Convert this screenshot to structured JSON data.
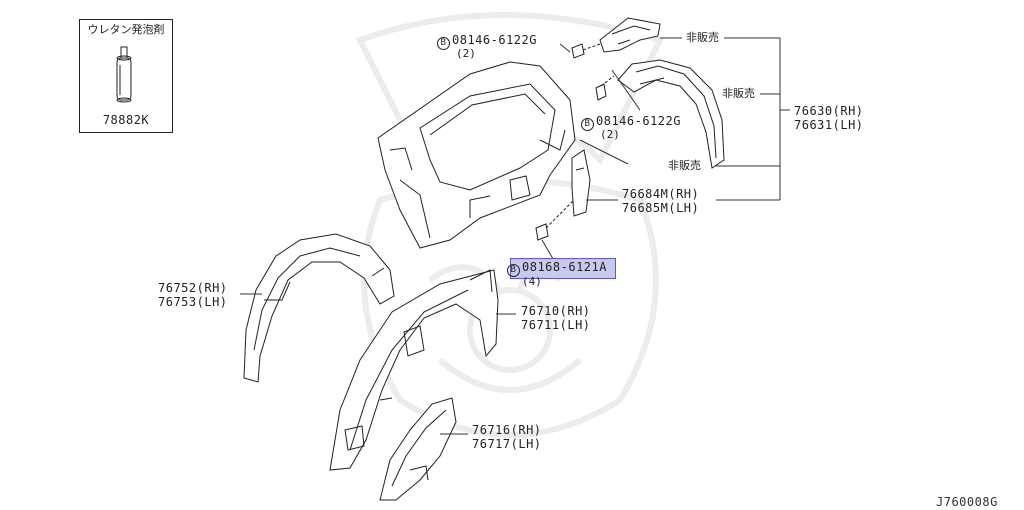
{
  "inset": {
    "title": "ウレタン発泡剤",
    "part": "78882K"
  },
  "bolt_top": {
    "code": "08146-6122G",
    "qty": "(2)"
  },
  "bolt_mid": {
    "code": "08146-6122G",
    "qty": "(2)"
  },
  "bolt_low": {
    "code": "08168-6121A",
    "qty": "(4)"
  },
  "not_sold": [
    "非販売",
    "非販売",
    "非販売"
  ],
  "parts": {
    "p76630": {
      "rh": "76630(RH)",
      "lh": "76631(LH)"
    },
    "p76684": {
      "rh": "76684M(RH)",
      "lh": "76685M(LH)"
    },
    "p76752": {
      "rh": "76752(RH)",
      "lh": "76753(LH)"
    },
    "p76710": {
      "rh": "76710(RH)",
      "lh": "76711(LH)"
    },
    "p76716": {
      "rh": "76716(RH)",
      "lh": "76717(LH)"
    }
  },
  "bolt_symbol": "B",
  "diagram_ref": "J760008G",
  "colors": {
    "highlight_fill": "#c9c9ef",
    "highlight_border": "#5a5ac8",
    "line": "#222222",
    "watermark": "#eeeeee"
  }
}
